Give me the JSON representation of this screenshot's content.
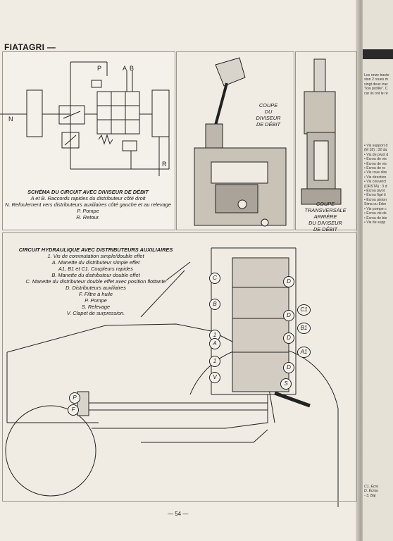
{
  "header": {
    "title": "FIATAGRI —"
  },
  "page_number": "— 54 —",
  "diagram1": {
    "labels": {
      "P": "P",
      "A": "A",
      "B": "B",
      "N": "N",
      "R": "R"
    },
    "caption_title": "SCHÉMA DU CIRCUIT AVEC DIVISEUR DE DÉBIT",
    "caption_lines": [
      "A et B. Raccords rapides du distributeur côté droit",
      "N. Refoulement vers distributeurs auxiliaires côté gauche et au relevage",
      "P. Pompe",
      "R. Retour."
    ]
  },
  "diagram2": {
    "caption_lines": [
      "COUPE",
      "DU",
      "DIVISEUR",
      "DE DÉBIT"
    ]
  },
  "diagram3": {
    "caption_lines": [
      "COUPE",
      "TRANSVERSALE",
      "ARRIÈRE",
      "DU DIVISEUR",
      "DE DÉBIT"
    ]
  },
  "diagram4": {
    "caption_title": "CIRCUIT HYDRAULIQUE AVEC DISTRIBUTEURS AUXILIAIRES",
    "caption_lines": [
      "1. Vis de commutation simple/double effet",
      "A. Manette du distributeur simple effet",
      "A1, B1 et C1. Coupleurs rapides",
      "B. Manette du distributeur double effet",
      "C. Manette du distributeur double effet avec position flottante",
      "D. Distributeurs auxiliaires",
      "F. Filtre à huile",
      "P. Pompe",
      "S. Relevage",
      "V. Clapet de surpression."
    ],
    "callouts": {
      "C": "C",
      "B": "B",
      "one_a": "1",
      "A": "A",
      "one_b": "1",
      "V": "V",
      "P": "P",
      "F": "F",
      "D1": "D",
      "C1": "C1",
      "D2": "D",
      "B1": "B1",
      "D3": "D",
      "A1": "A1",
      "D4": "D",
      "S": "S"
    }
  },
  "right_page": {
    "intro_lines": [
      "Les onze tracte",
      "sion 2 roues m",
      "vingt deux trac",
      "\"low profile\". C",
      "car ils ont le ré"
    ],
    "list_lines": [
      "• Vis support d",
      "(M 18) : 32 da",
      "• Vis de pivot d",
      "• Écrou de vis",
      "• Écrou de vis",
      "• Écrou de ro",
      "• Vis roue dire",
      "• Vis direction",
      "• Vis couvercl",
      "(ORSTA) : 3 d",
      "• Écrou pivot",
      "• Écrou figé ti",
      "• Écrou piston",
      "Sima ou Erbe",
      "• Vis pompe c",
      "• Écrou vis de",
      "• Écrou de bie",
      "• Vis de supp"
    ],
    "bottom_lines": [
      "C1. Écro",
      "D. Écrou",
      "- 3. Baj"
    ]
  }
}
